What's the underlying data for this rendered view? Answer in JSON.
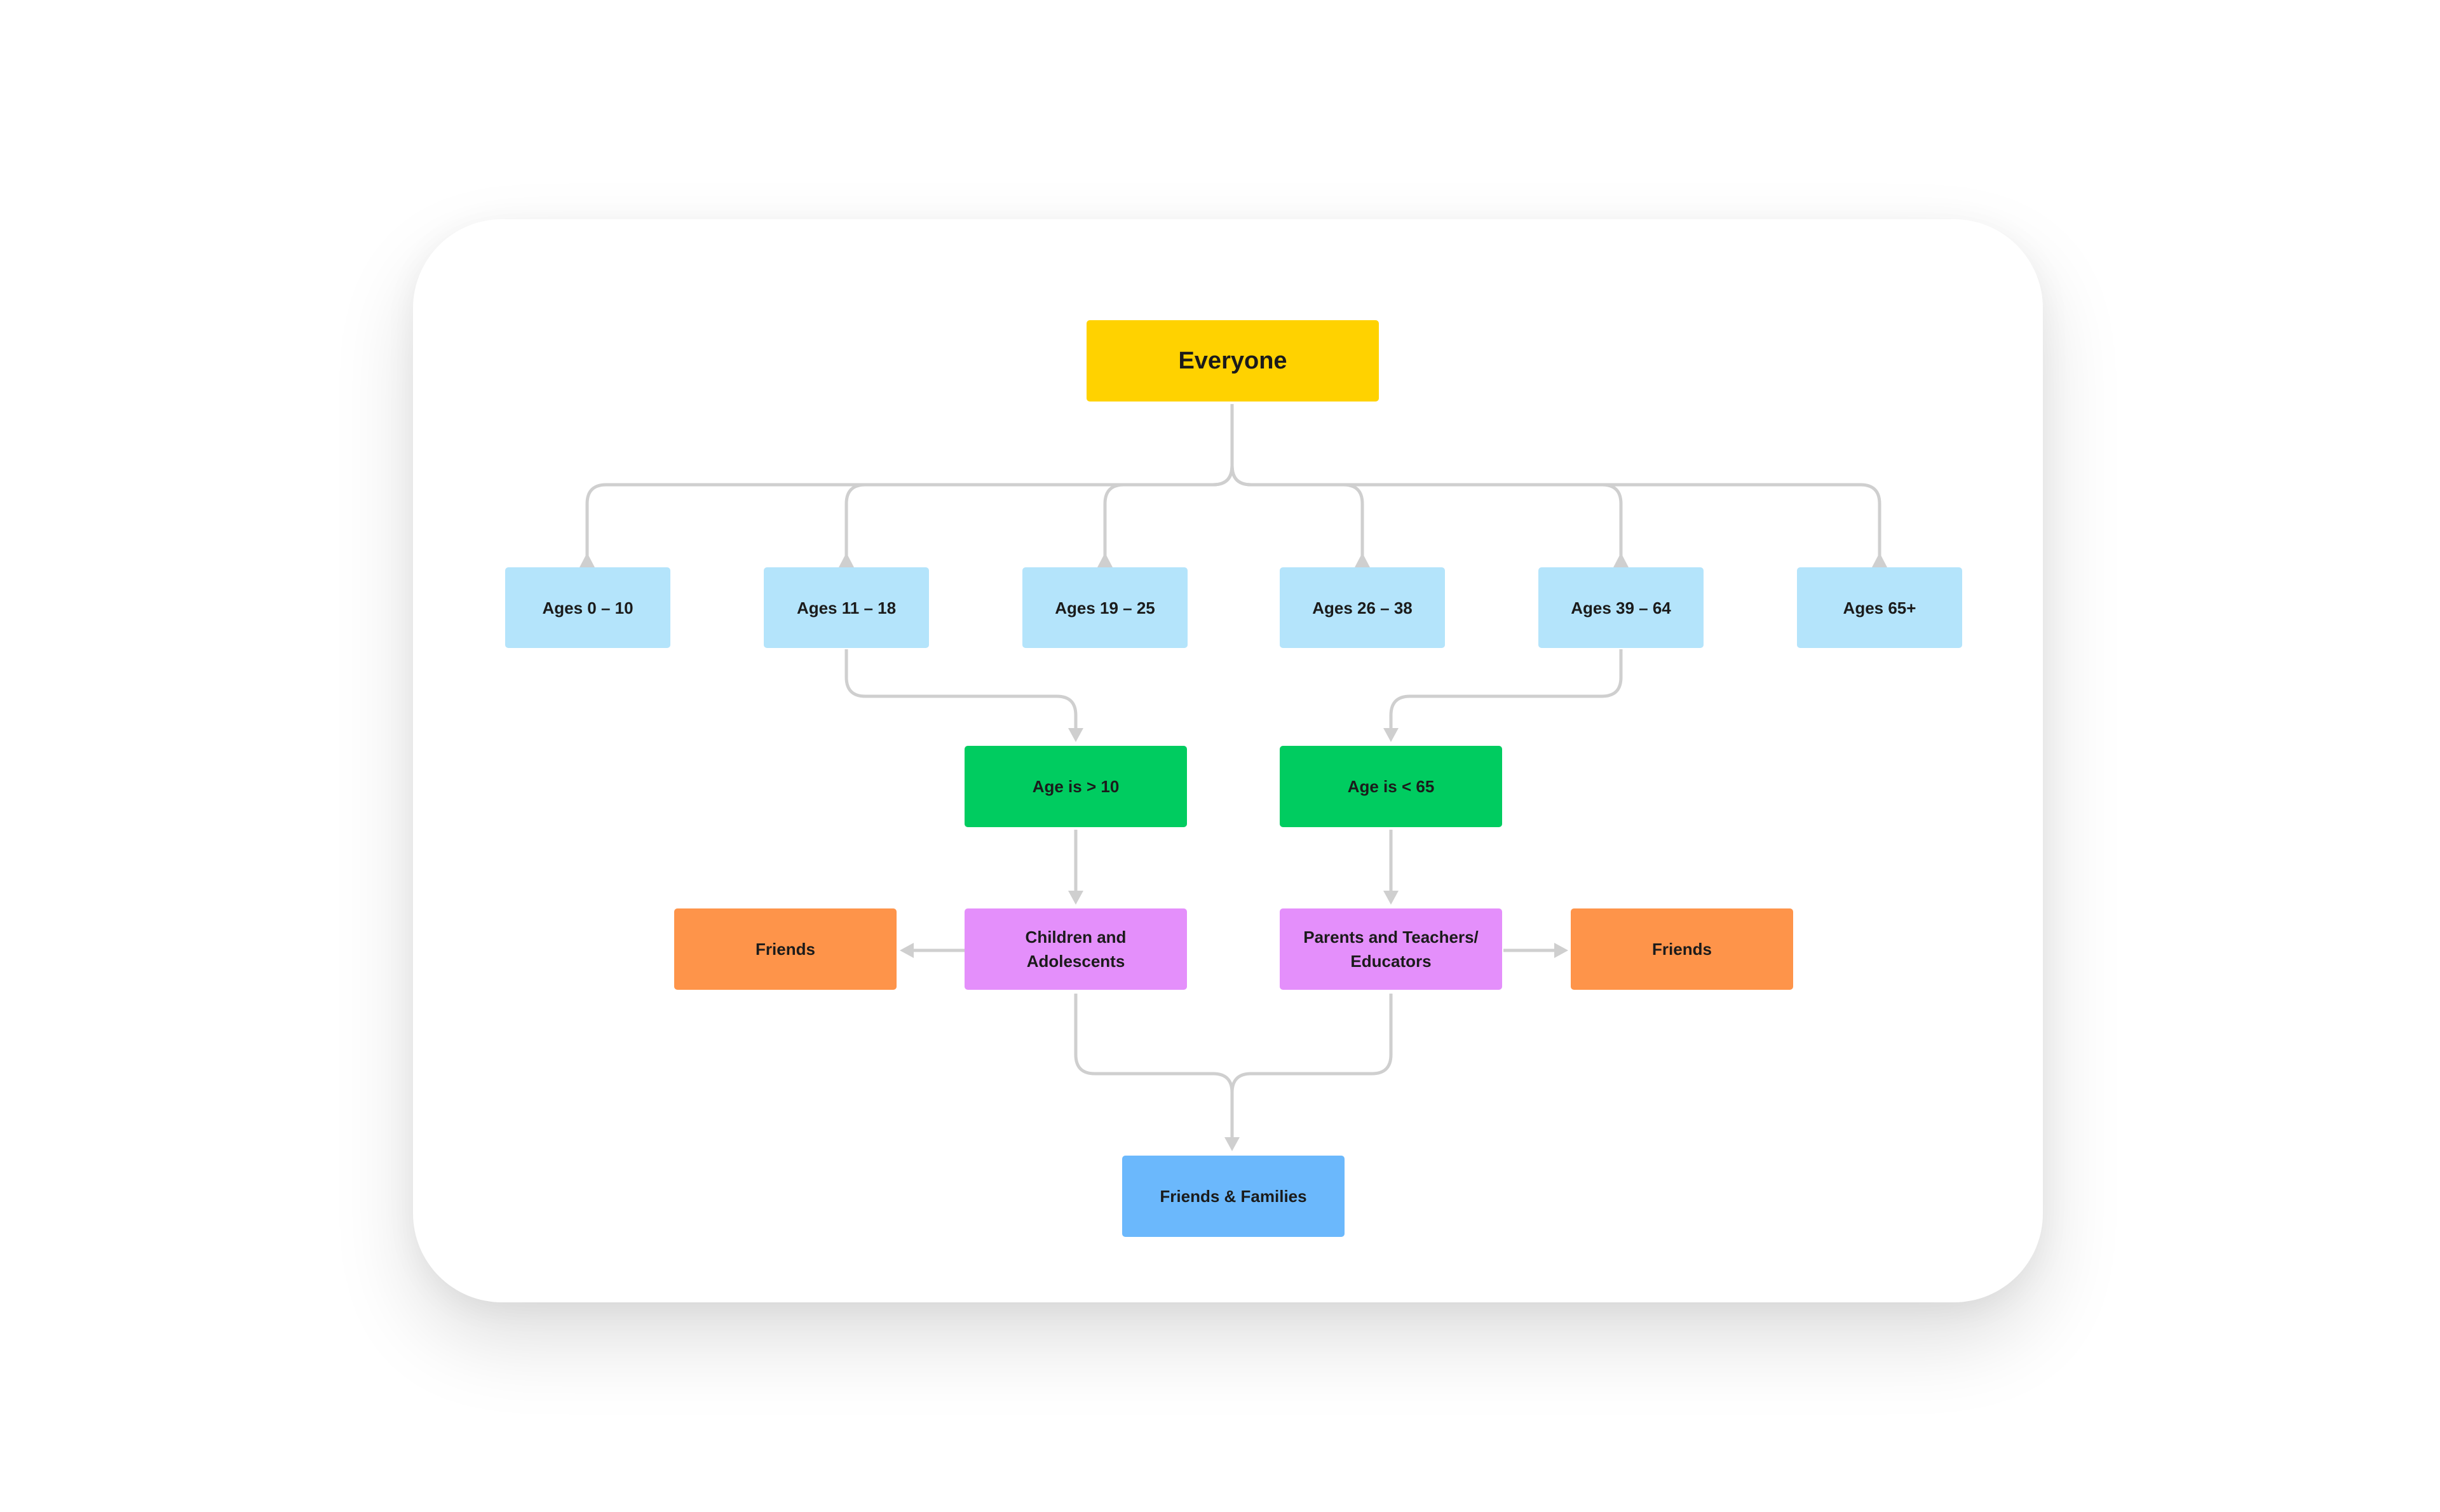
{
  "diagram": {
    "root": {
      "label": "Everyone",
      "color": "#FFD200"
    },
    "age_groups": [
      {
        "label": "Ages 0 – 10"
      },
      {
        "label": "Ages 11 – 18"
      },
      {
        "label": "Ages 19 – 25"
      },
      {
        "label": "Ages 26 – 38"
      },
      {
        "label": "Ages 39 – 64"
      },
      {
        "label": "Ages 65+"
      }
    ],
    "conditions": [
      {
        "label": "Age is > 10"
      },
      {
        "label": "Age is < 65"
      }
    ],
    "groups": [
      {
        "label": "Children and Adolescents"
      },
      {
        "label": "Parents and Teachers/ Educators"
      }
    ],
    "friends": [
      {
        "label": "Friends"
      },
      {
        "label": "Friends"
      }
    ],
    "final": {
      "label": "Friends & Families"
    },
    "colors": {
      "root": "#FFD200",
      "age_group": "#B4E4FB",
      "condition": "#00CC60",
      "group": "#E48FFB",
      "friends": "#FE944A",
      "final": "#6BB8FC",
      "connector": "#CFCFCF"
    }
  }
}
